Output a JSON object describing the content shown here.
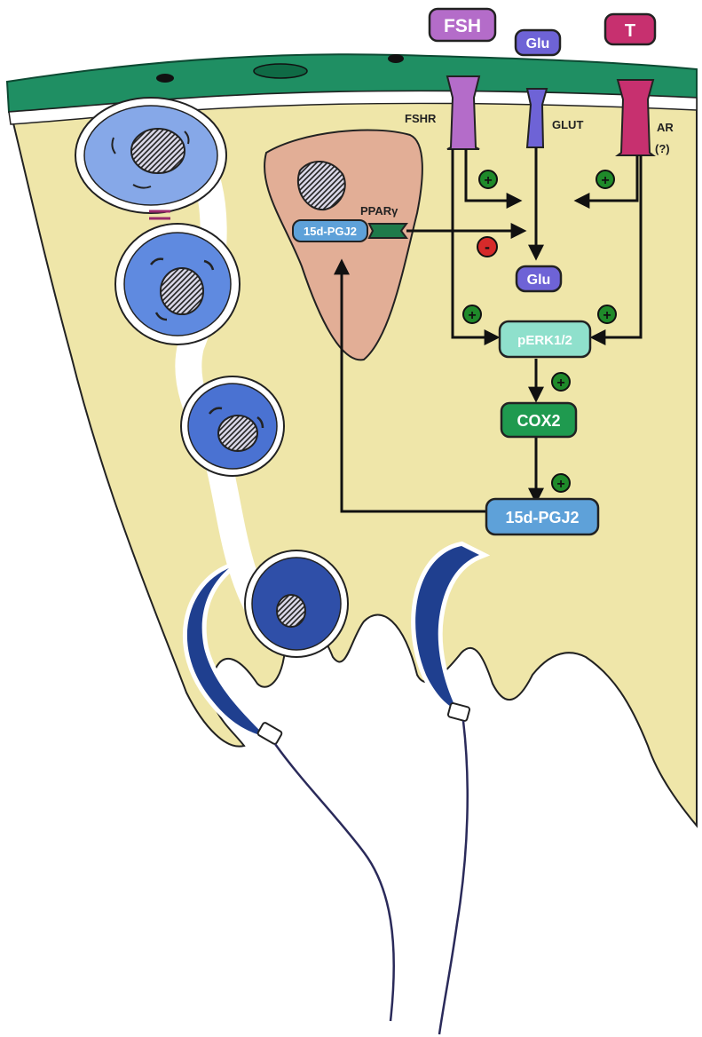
{
  "ligands": {
    "fsh": "FSH",
    "glu": "Glu",
    "t": "T"
  },
  "receptors": {
    "fshr": "FSHR",
    "glut": "GLUT",
    "ar": "AR",
    "ar_note": "(?)"
  },
  "nodes": {
    "glu_inside": "Glu",
    "perk": "pERK1/2",
    "cox2": "COX2",
    "pgj2_product": "15d-PGJ2",
    "pgj2_bound": "15d-PGJ2",
    "ppar": "PPARγ"
  },
  "signs": {
    "plus": "+",
    "minus": "-"
  },
  "colors": {
    "cytoplasm": "#efe6a9",
    "basement_membrane": "#1f8f63",
    "nucleus_cell": "#e2ae96",
    "fsh": "#b46cc9",
    "glu": "#6e63d6",
    "t": "#c7306f",
    "perk": "#8fe0cc",
    "cox2": "#1f9a4f",
    "pgj2": "#5ea1d9",
    "plus_sign": "#1f8a2a",
    "minus_sign": "#d62a2a"
  }
}
